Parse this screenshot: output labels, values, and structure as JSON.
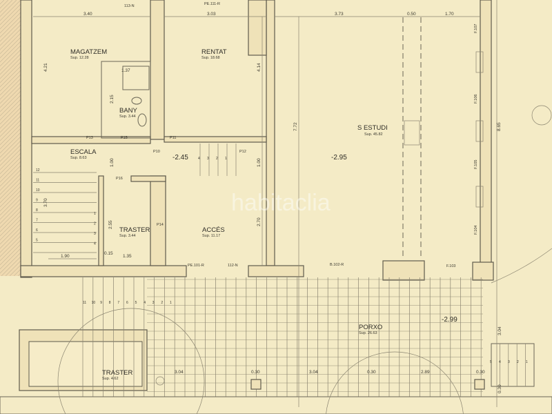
{
  "colors": {
    "paper": "#f4ebc6",
    "wall": "#efe2b8",
    "line": "#5e5a4c"
  },
  "watermark": "habitaclia",
  "rooms": {
    "magatzem": {
      "name": "MAGATZEM",
      "sup": "Sup. 12.28"
    },
    "rentat": {
      "name": "RENTAT",
      "sup": "Sup. 18.68"
    },
    "bany": {
      "name": "BANY",
      "sup": "Sup. 3.44"
    },
    "escala": {
      "name": "ESCALA",
      "sup": "Sup. 8.63"
    },
    "traster": {
      "name": "TRASTER",
      "sup": "Sup. 3.44"
    },
    "acces": {
      "name": "ACCÉS",
      "sup": "Sup. 11.17"
    },
    "estudi": {
      "name": "S  ESTUDI",
      "sup": "Sup. 45.82"
    },
    "porxo": {
      "name": "PORXO",
      "sup": "Sup. 26.63"
    },
    "traster2": {
      "name": "TRASTER",
      "sup": "Sup. 4.62"
    }
  },
  "levels": [
    "-2.45",
    "-2.95",
    "-2.99"
  ],
  "dimensions": [
    "3.40",
    "3.03",
    "3.73",
    "0.50",
    "1.70",
    "4.21",
    "4.14",
    "2.15",
    "1.37",
    "7.72",
    "8.65",
    "1.00",
    "1.00",
    "3.70",
    "2.55",
    "2.70",
    "1.90",
    "0.15",
    "1.35",
    "3.04",
    "0.30",
    "3.04",
    "0.30",
    "2.89",
    "0.30",
    "3.04",
    "0.30"
  ],
  "tags": [
    "113-N",
    "PE.111-R",
    "P13",
    "P15",
    "P11",
    "P10",
    "P12",
    "P16",
    "P14",
    "PE.101-R",
    "112-N",
    "B.102-R",
    "F.103",
    "F.107",
    "F.106",
    "F.105",
    "F.104"
  ],
  "stairs": {
    "escala_left": [
      "12",
      "11",
      "10",
      "9",
      "8",
      "7",
      "6",
      "5"
    ],
    "escala_right": [
      "1",
      "2",
      "3",
      "4"
    ],
    "upper": [
      "4",
      "3",
      "2",
      "1"
    ],
    "porch": [
      "11",
      "10",
      "9",
      "8",
      "7",
      "6",
      "5",
      "4",
      "3",
      "2",
      "1"
    ],
    "right": [
      "5",
      "4",
      "3",
      "2",
      "1"
    ]
  }
}
